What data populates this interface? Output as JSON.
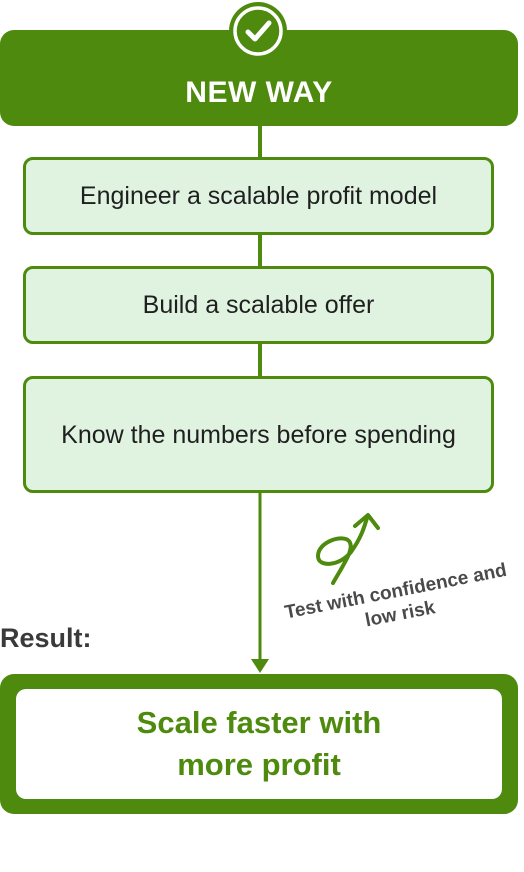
{
  "header": {
    "title": "NEW WAY"
  },
  "steps": [
    {
      "label": "Engineer a scalable profit model"
    },
    {
      "label": "Build a scalable offer"
    },
    {
      "label": "Know the numbers before spending"
    }
  ],
  "result": {
    "label": "Result:",
    "text": "Scale faster with\nmore profit"
  },
  "annotation": {
    "text": "Test with confidence and low risk"
  },
  "colors": {
    "primary_green": "#4d8a0e",
    "step_fill": "#e0f3e1",
    "text_dark": "#1f1f1f",
    "text_gray": "#4a4a4a"
  },
  "icons": {
    "header_badge": "checkmark-icon",
    "annotation_arrow": "curly-arrow-icon"
  }
}
